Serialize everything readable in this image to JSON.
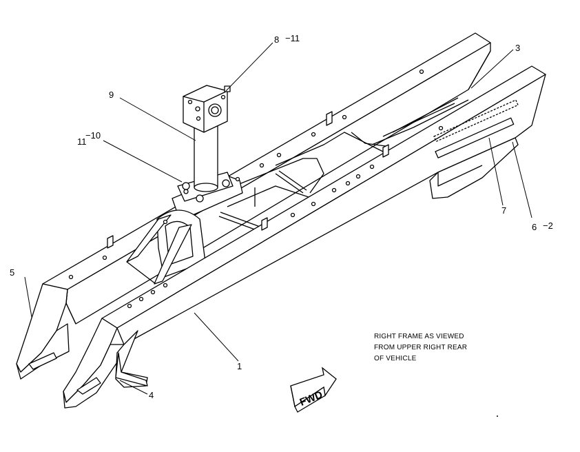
{
  "callouts": {
    "c1": "1",
    "c3": "3",
    "c4": "4",
    "c5": "5",
    "c6": "6",
    "c6_sub": "−2",
    "c7": "7",
    "c8": "8",
    "c8_sub": "−11",
    "c9": "9",
    "c11": "11",
    "c11_sub": "−10"
  },
  "note": {
    "line1": "RIGHT FRAME AS VIEWED",
    "line2": "FROM UPPER RIGHT REAR",
    "line3": "OF VEHICLE"
  },
  "fwd_label": "FWD",
  "colors": {
    "ink": "#000000",
    "paper": "#ffffff"
  }
}
